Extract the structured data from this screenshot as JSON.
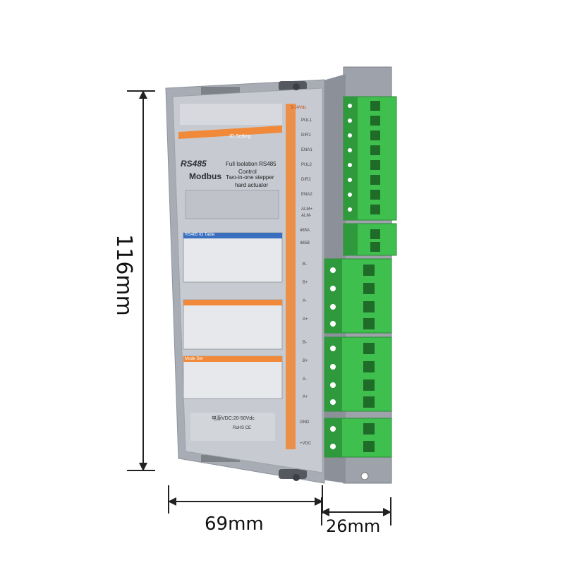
{
  "dimensions": {
    "height_label": "116mm",
    "width_label": "69mm",
    "depth_label": "26mm"
  },
  "panel": {
    "protocol": "RS485",
    "brand": "Modbus",
    "description_line1": "Full Isolation RS485",
    "description_line2": "Control",
    "description_line3": "Two-in-one stepper",
    "description_line4": "hard actuator",
    "id_setting_label": "ID Setting",
    "io_table_label": "RS485 IO Table",
    "mode_label": "Mode Set",
    "power_label": "电源VDC:20-50Vdc",
    "rohs": "RoHS CE"
  },
  "terminals": {
    "top_voltage": "5-24Vdc",
    "signals": [
      "PUL1",
      "DIR1",
      "ENA1",
      "PUL2",
      "DIR2",
      "ENA2",
      "ALM+",
      "ALM-"
    ],
    "rs485": [
      "485A",
      "485B"
    ],
    "motor1": [
      "B-",
      "B+",
      "A-",
      "A+"
    ],
    "motor2": [
      "B-",
      "B+",
      "A-",
      "A+"
    ],
    "power": [
      "GND",
      "+VDC"
    ]
  },
  "colors": {
    "body_metal": "#a8adb5",
    "panel_face": "#c7cad1",
    "accent_orange": "#f08a3a",
    "terminal_green": "#3fbf4e",
    "terminal_dark": "#2e9a3c"
  }
}
